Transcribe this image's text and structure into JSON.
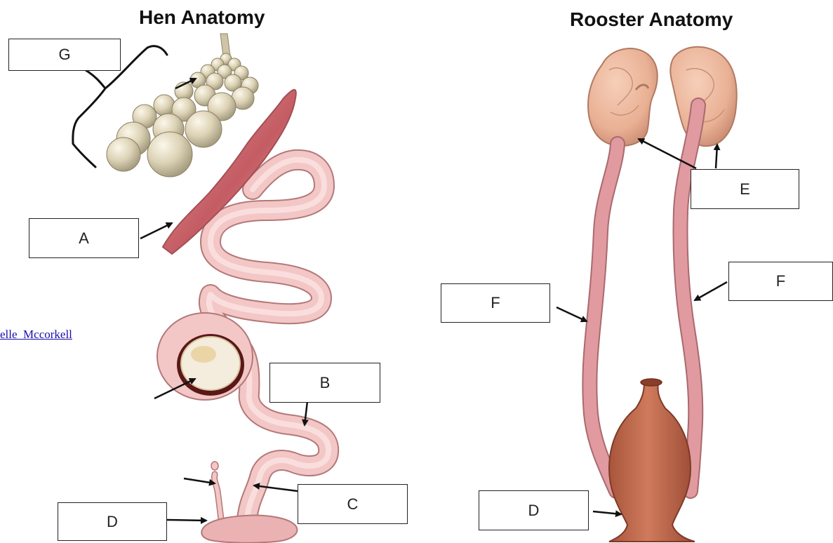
{
  "titles": {
    "hen": "Hen Anatomy",
    "rooster": "Rooster Anatomy"
  },
  "labels": {
    "g": "G",
    "a": "A",
    "b": "B",
    "c": "C",
    "d_hen": "D",
    "e": "E",
    "f_left": "F",
    "f_right": "F",
    "d_rooster": "D"
  },
  "link_fragment": "elle_Mccorkell",
  "colors": {
    "yolk": "#ddd3b6",
    "tube": "#f2c7c6",
    "tube_edge": "#b47879",
    "infundibulum": "#d0787c",
    "testis": "#ebb49a",
    "vas": "#e09aa0",
    "cloaca": "#c06a4e"
  }
}
